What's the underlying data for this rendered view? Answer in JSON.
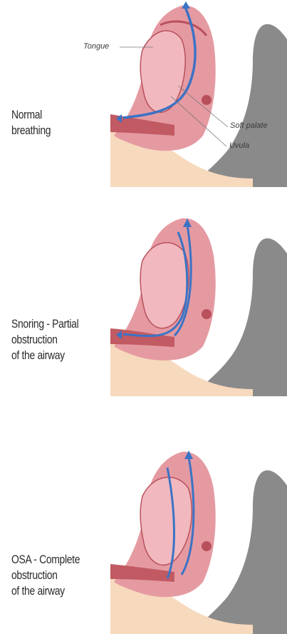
{
  "panels": [
    {
      "caption_lines": [
        "Normal",
        "breathing"
      ],
      "labels": {
        "tongue": "Tongue",
        "soft_palate": "Soft palate",
        "uvula": "Uvula"
      }
    },
    {
      "caption_lines": [
        "Snoring - Partial",
        "obstruction",
        "of the airway"
      ]
    },
    {
      "caption_lines": [
        "OSA - Complete",
        "obstruction",
        "of the airway"
      ]
    }
  ],
  "colors": {
    "skin": "#f7d9bd",
    "head_shadow": "#8a8a8a",
    "flesh": "#e59aa2",
    "flesh_dark": "#b8505c",
    "airflow": "#3b73c4"
  }
}
